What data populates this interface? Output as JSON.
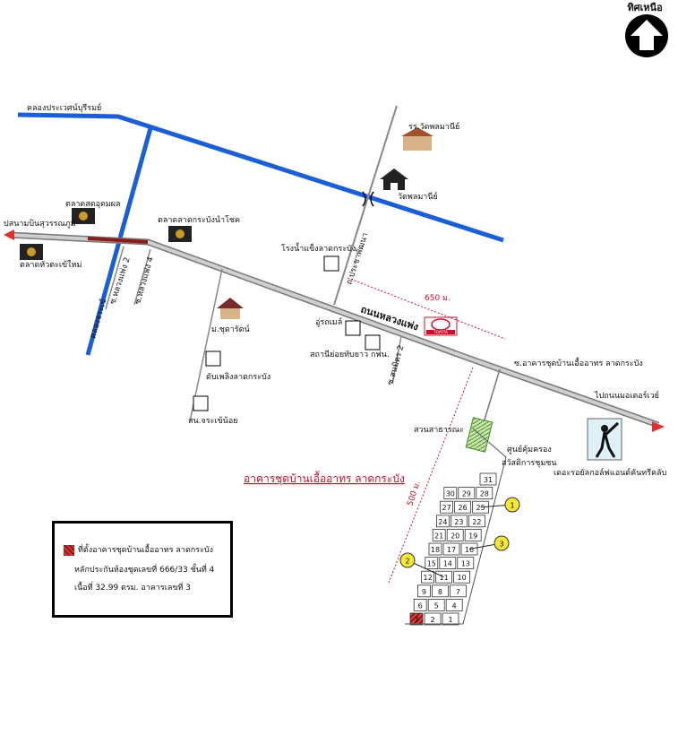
{
  "north": {
    "label": "ทิศเหนือ"
  },
  "labels": {
    "canal": "คลองประเวศน์บุรีรมย์",
    "school": "รร.วัดพลมานีย์",
    "temple": "วัดพลมานีย์",
    "market1": "ตลาดสดอุดมผล",
    "market2": "ตลาดลาดกระบังนำโชค",
    "market3": "ตลาดหัวตะเข้ใหม่",
    "to_airport": "ปสนามบินสุวรรณภูมิ",
    "ice_factory": "โรงน้ำแข็งลาดกระบัง",
    "road_pracha": "ถ.ประชาพัฒนา",
    "dist_650": "650 ม.",
    "main_road": "ถนนหลวงแพ่ง",
    "toyota": "TOYOTA",
    "garage": "อู่รถเมล์",
    "substation": "สถานีย่อยทับยาว กฟน.",
    "soi_sanmit": "ซ.สนมิตร 2",
    "soi_jorakhe": "คลองจระเข้",
    "soi_luang2": "ซ.หลวงแพ่ง 2",
    "soi_luang4": "ซ.หลวงแพ่ง 4",
    "village": "ม.ชุดารัตน์",
    "fire_station": "ดับเพลิงลาดกระบัง",
    "police": "สน.จระเข้น้อย",
    "condo_entrance": "ซ.อาคารชุดบ้านเอื้ออาทร ลาดกระบัง",
    "to_motorway": "ไปถนนมอเตอร์เวย์",
    "park": "สวนสาธารณะ",
    "community_center": "ศูนย์คุ้มครอง",
    "welfare": "สวัสดิการชุมชน",
    "golf": "เดอะรอยัลกอล์ฟแอนด์คันทรีคลับ",
    "condo_title": "อาคารชุดบ้านเอื้ออาทร ลาดกระบัง",
    "dist_500": "500 ม."
  },
  "buildings": [
    "1",
    "2",
    "3",
    "4",
    "5",
    "6",
    "7",
    "8",
    "9",
    "10",
    "11",
    "12",
    "13",
    "14",
    "15",
    "16",
    "17",
    "18",
    "19",
    "20",
    "21",
    "22",
    "23",
    "24",
    "25",
    "26",
    "27",
    "28",
    "29",
    "30",
    "31"
  ],
  "callouts": [
    "1",
    "2",
    "3"
  ],
  "legend": {
    "line1": "ที่ตั้งอาคารชุดบ้านเอื้ออาทร ลาดกระบัง",
    "line2": "หลักประกันห้องชุดเลขที่ 666/33 ชั้นที่ 4",
    "line3": "เนื้อที่ 32.99 ตรม.  อาคารเลขที่ 3"
  },
  "colors": {
    "water": "#1a5fd6",
    "road": "#9a9a9a",
    "highlight": "#c8102e",
    "park": "#6ab04c"
  }
}
